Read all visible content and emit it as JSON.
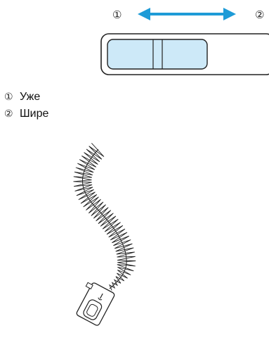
{
  "markers": {
    "narrower": "①",
    "wider": "②"
  },
  "legend": [
    {
      "number": "①",
      "label": "Уже"
    },
    {
      "number": "②",
      "label": "Шире"
    }
  ],
  "colors": {
    "arrow": "#1e9bd7",
    "slider_fill": "#cde9f8",
    "outline": "#222222"
  }
}
